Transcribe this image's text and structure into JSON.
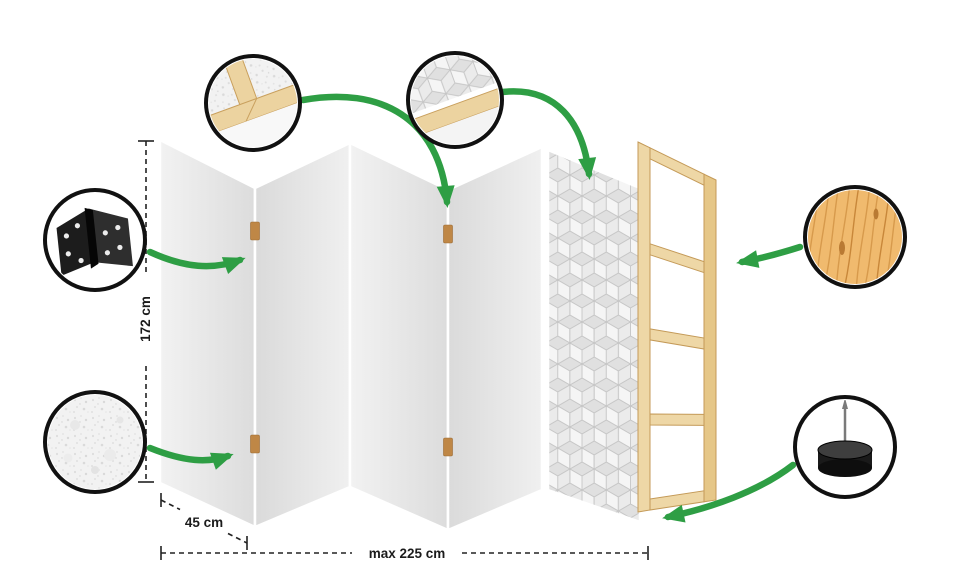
{
  "diagram": {
    "subject": "folding-room-divider-assembly-diagram",
    "dimensions": {
      "height": "172 cm",
      "panel_width": "45 cm",
      "total_width": "max 225 cm"
    },
    "panels": {
      "count": 5,
      "plain_panels": 4,
      "patterned_panels": 1,
      "pattern": "geometric-cubes"
    },
    "callouts": [
      {
        "name": "hinge-detail",
        "icon": "hinge-icon"
      },
      {
        "name": "fleece-texture-detail",
        "icon": "fleece-texture-swatch"
      },
      {
        "name": "frame-corner-detail",
        "icon": "frame-corner-icon"
      },
      {
        "name": "pattern-corner-detail",
        "icon": "pattern-corner-icon"
      },
      {
        "name": "wood-texture-detail",
        "icon": "pine-wood-swatch"
      },
      {
        "name": "foot-detail",
        "icon": "foot-spike-icon"
      }
    ],
    "colors": {
      "arrow_green": "#2e9e44",
      "panel_gray": "#e7e7e7",
      "wood_beige": "#ecd3a0",
      "callout_outline": "#111111",
      "dimension_line": "#222222"
    }
  }
}
